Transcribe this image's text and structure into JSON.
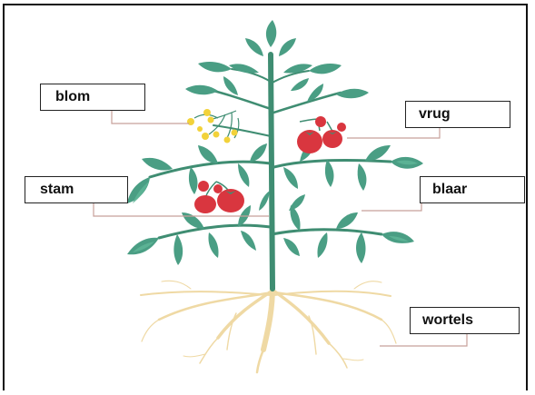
{
  "labels": {
    "flower": "blom",
    "fruit": "vrug",
    "stem": "stam",
    "leaf": "blaar",
    "roots": "wortels"
  },
  "colors": {
    "leaf": "#4a9e84",
    "leaf_light": "#5eb596",
    "stem": "#3f8d72",
    "fruit": "#d9363f",
    "flower": "#f2d23a",
    "root": "#efd9a4",
    "leader_line": "#c8a09a"
  }
}
